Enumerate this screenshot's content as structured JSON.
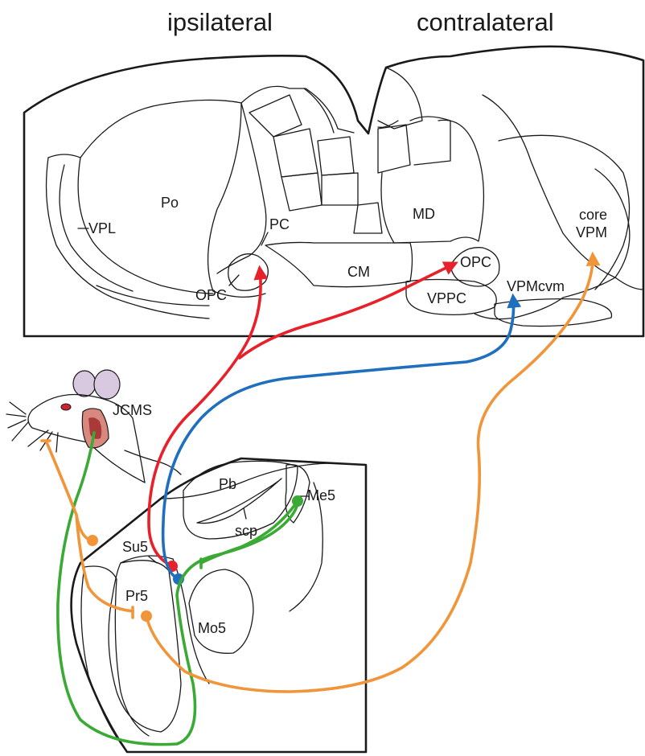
{
  "headers": {
    "ipsilateral": "ipsilateral",
    "contralateral": "contralateral"
  },
  "thalamus": {
    "po": "Po",
    "vpl": "VPL",
    "pc": "PC",
    "md": "MD",
    "core": "core",
    "vpm": "VPM",
    "opc_left": "OPC",
    "opc_right": "OPC",
    "cm": "CM",
    "vppc": "VPPC",
    "vpmcvm": "VPMcvm"
  },
  "brainstem": {
    "jcms": "JCMS",
    "pb": "Pb",
    "me5": "Me5",
    "scp": "scp",
    "su5": "Su5",
    "pr5": "Pr5",
    "mo5": "Mo5"
  },
  "colors": {
    "red_pathway": "#e8202a",
    "blue_pathway": "#1f6fbf",
    "green_pathway": "#3aaa35",
    "orange_pathway": "#f0953a",
    "outline": "#1a1a1a",
    "ear": "#d8c8e0",
    "eye": "#cc2233",
    "jaw_muscle": "#d98880"
  },
  "icons": {
    "rat": "rat-head-icon",
    "arrowhead": "arrowhead-icon",
    "terminal": "synaptic-terminal-icon",
    "soma": "cell-body-icon"
  }
}
